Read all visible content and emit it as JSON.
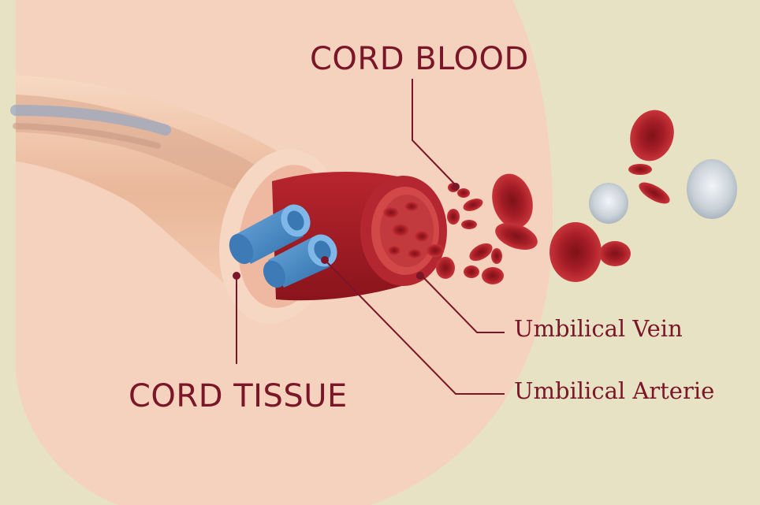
{
  "labels": {
    "cord_blood": "CORD BLOOD",
    "cord_tissue": "CORD TISSUE",
    "umbilical_vein": "Umbilical Vein",
    "umbilical_arterie": "Umbilical Arterie"
  },
  "colors": {
    "background": "#e8e2c5",
    "halo": "#f4d2bd",
    "label": "#7a1628",
    "blood_cell": "#a51d26",
    "artery_blue": "#4a8fcb",
    "white_cell": "#d7dde2"
  }
}
